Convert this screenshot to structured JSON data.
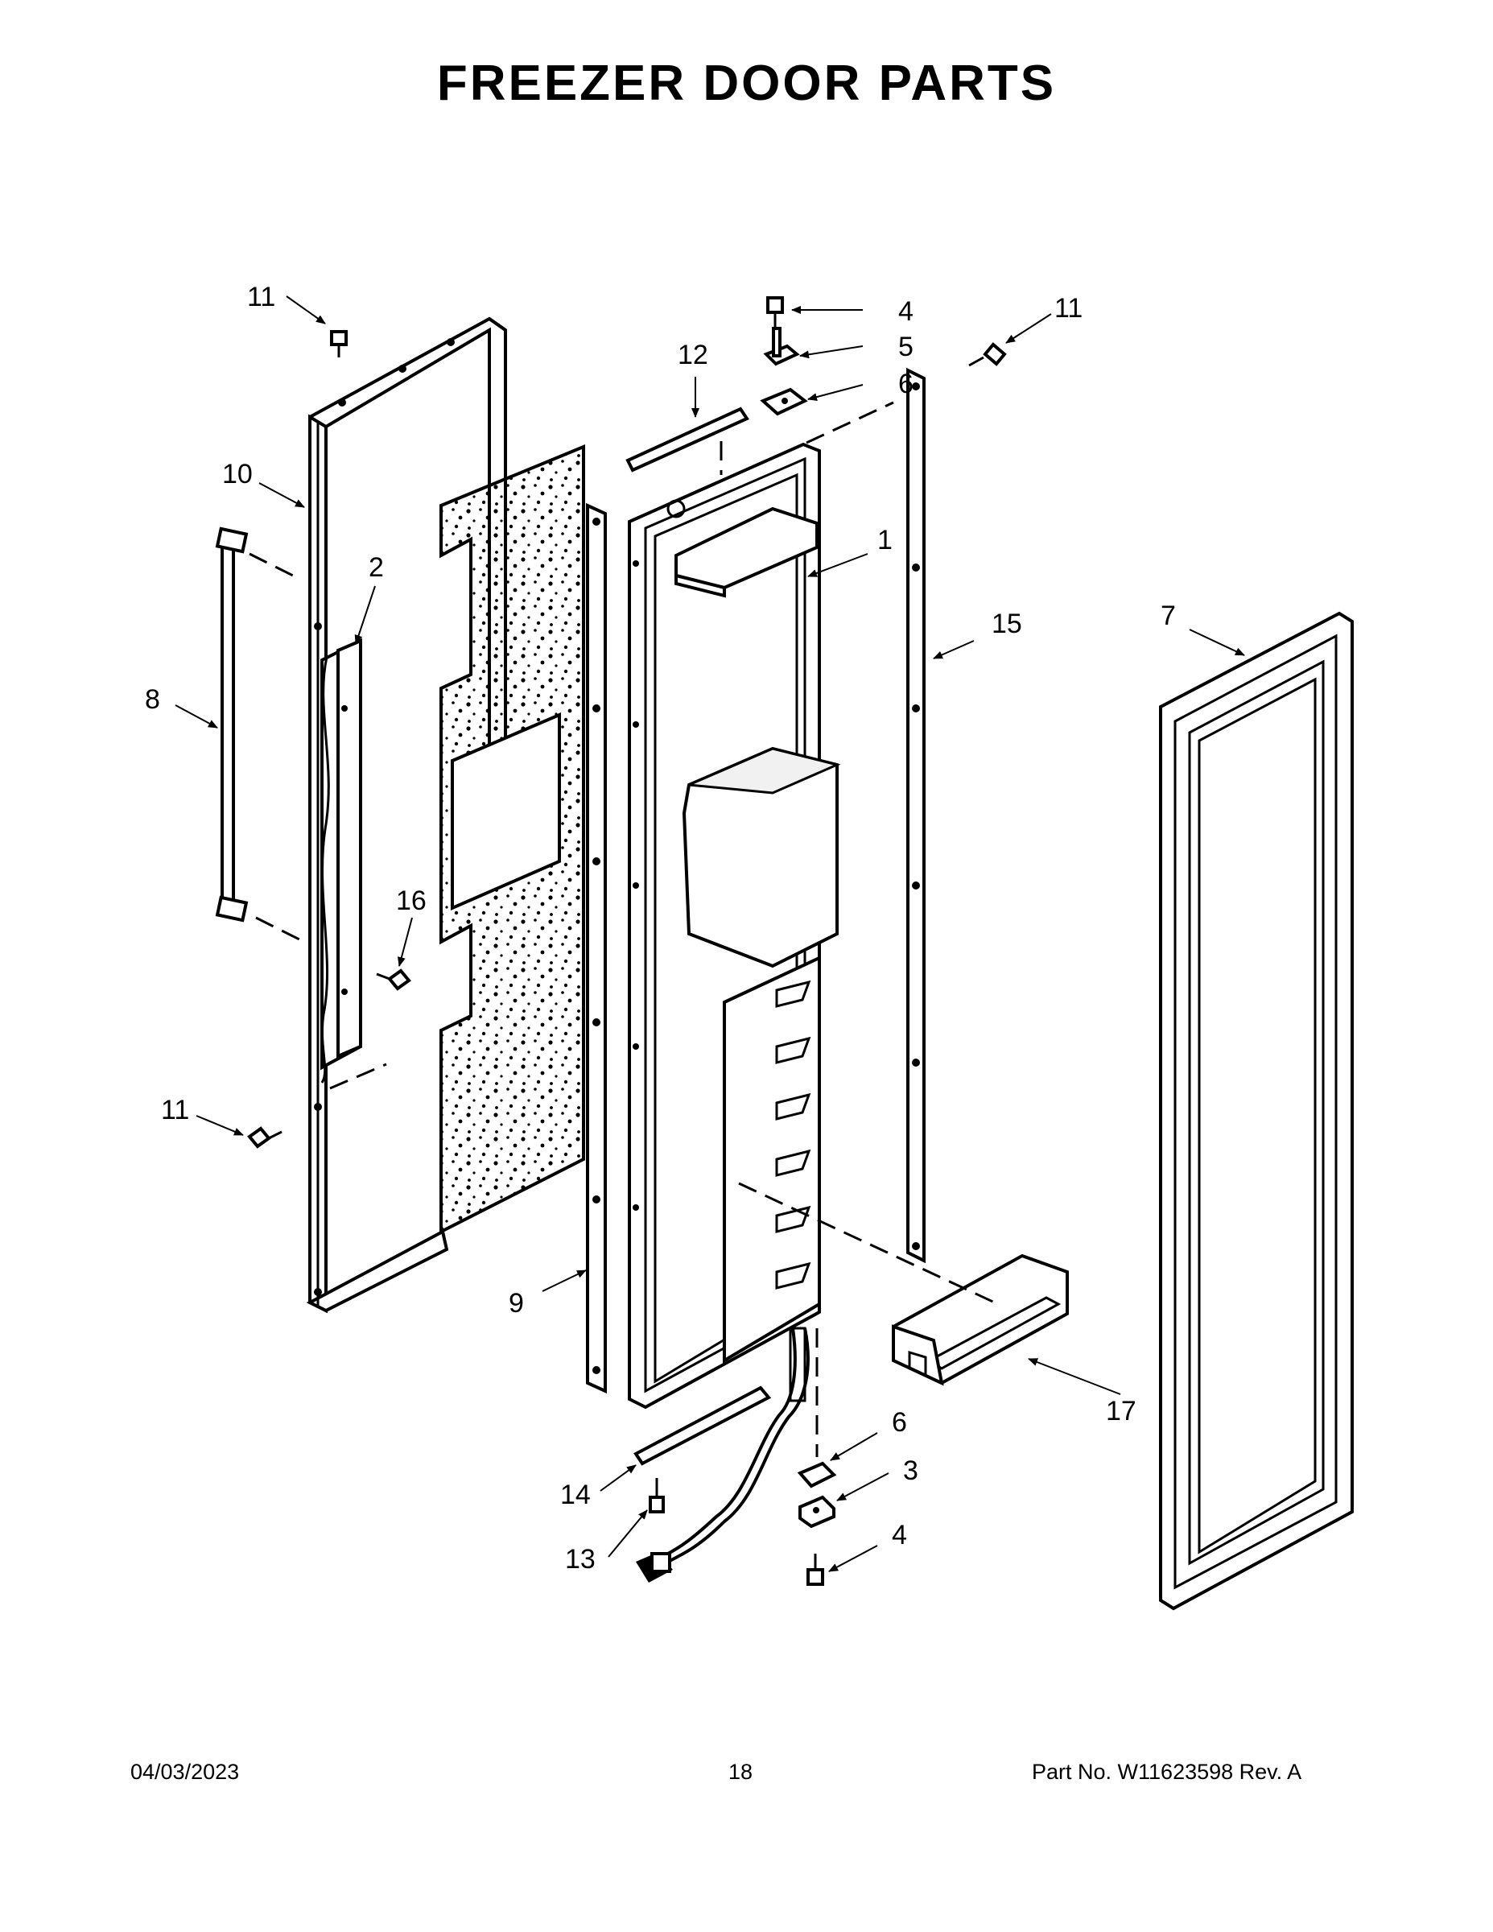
{
  "title": "FREEZER DOOR PARTS",
  "callouts": {
    "c1": "1",
    "c2": "2",
    "c3": "3",
    "c4a": "4",
    "c4b": "4",
    "c5": "5",
    "c6a": "6",
    "c6b": "6",
    "c7": "7",
    "c8": "8",
    "c9": "9",
    "c10": "10",
    "c11a": "11",
    "c11b": "11",
    "c11c": "11",
    "c12": "12",
    "c13": "13",
    "c14": "14",
    "c15": "15",
    "c16": "16",
    "c17": "17"
  },
  "footer": {
    "date": "04/03/2023",
    "page": "18",
    "part": "Part No.  W11623598  Rev.  A"
  }
}
